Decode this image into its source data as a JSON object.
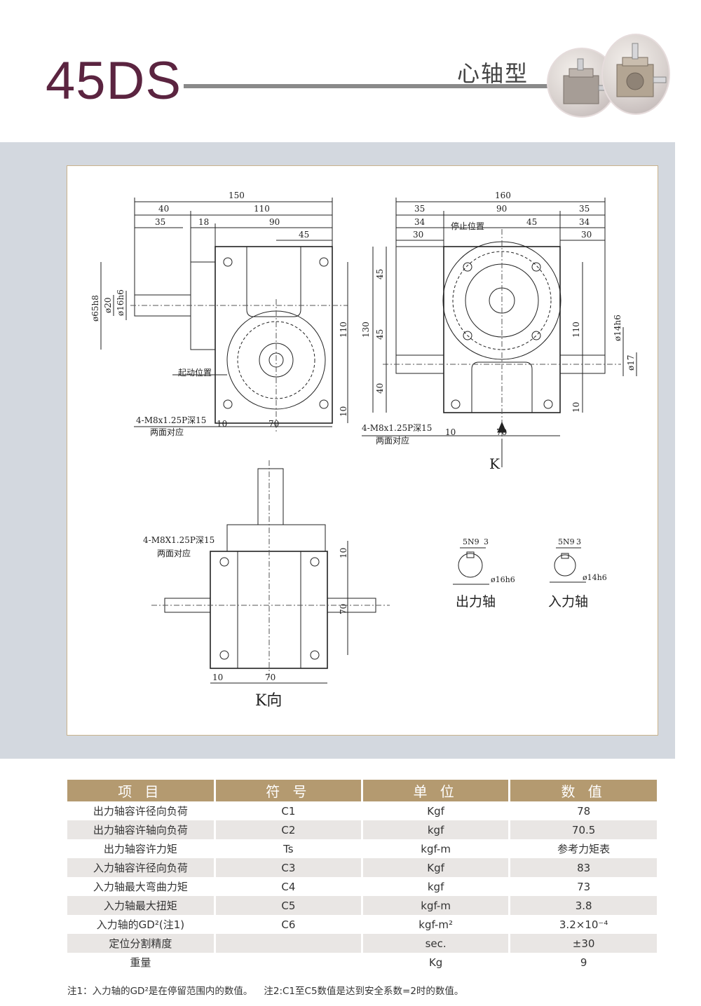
{
  "header": {
    "model": "45DS",
    "type_label": "心轴型"
  },
  "colors": {
    "title": "#5b2440",
    "table_header": "#b49a70",
    "drawing_background": "#d3d8df",
    "frame_border": "#c9b28a"
  },
  "drawing": {
    "dims": {
      "d150": "150",
      "d40": "40",
      "d110": "110",
      "d35": "35",
      "d18": "18",
      "d90": "90",
      "d45": "45",
      "d160": "160",
      "d30": "30",
      "d34": "34",
      "d130": "130",
      "d10": "10",
      "d70": "70"
    },
    "dia_labels": {
      "d65h8": "ø65h8",
      "d20": "ø20",
      "d16h6": "ø16h6",
      "d14h6": "ø14h6",
      "d17": "ø17"
    },
    "notes": {
      "start_position": "起动位置",
      "stop_position": "停止位置",
      "thread": "4-M8x1.25P深15",
      "thread_cap": "4-M8X1.25P深15",
      "both_sides": "两面对应",
      "k_letter": "K",
      "k_view": "K向",
      "keyway": "5N9",
      "key_depth": "3",
      "output_shaft": "出力轴",
      "input_shaft": "入力轴"
    }
  },
  "table": {
    "headers": [
      "项 目",
      "符 号",
      "单 位",
      "数 值"
    ],
    "rows": [
      {
        "item": "出力轴容许径向负荷",
        "symbol": "C1",
        "unit": "Kgf",
        "value": "78"
      },
      {
        "item": "出力轴容许轴向负荷",
        "symbol": "C2",
        "unit": "kgf",
        "value": "70.5"
      },
      {
        "item": "出力轴容许力矩",
        "symbol": "Ts",
        "unit": "kgf-m",
        "value": "参考力矩表"
      },
      {
        "item": "入力轴容许径向负荷",
        "symbol": "C3",
        "unit": "Kgf",
        "value": "83"
      },
      {
        "item": "入力轴最大弯曲力矩",
        "symbol": "C4",
        "unit": "kgf",
        "value": "73"
      },
      {
        "item": "入力轴最大扭矩",
        "symbol": "C5",
        "unit": "kgf-m",
        "value": "3.8"
      },
      {
        "item": "入力轴的GD²(注1)",
        "symbol": "C6",
        "unit": "kgf-m²",
        "value": "3.2×10⁻⁴"
      },
      {
        "item": "定位分割精度",
        "symbol": "",
        "unit": "sec.",
        "value": "±30"
      },
      {
        "item": "重量",
        "symbol": "",
        "unit": "Kg",
        "value": "9"
      }
    ]
  },
  "footnotes": {
    "note1": "注1：入力轴的GD²是在停留范围内的数值。",
    "note2": "注2:C1至C5数值是达到安全系数=2时的数值。"
  }
}
